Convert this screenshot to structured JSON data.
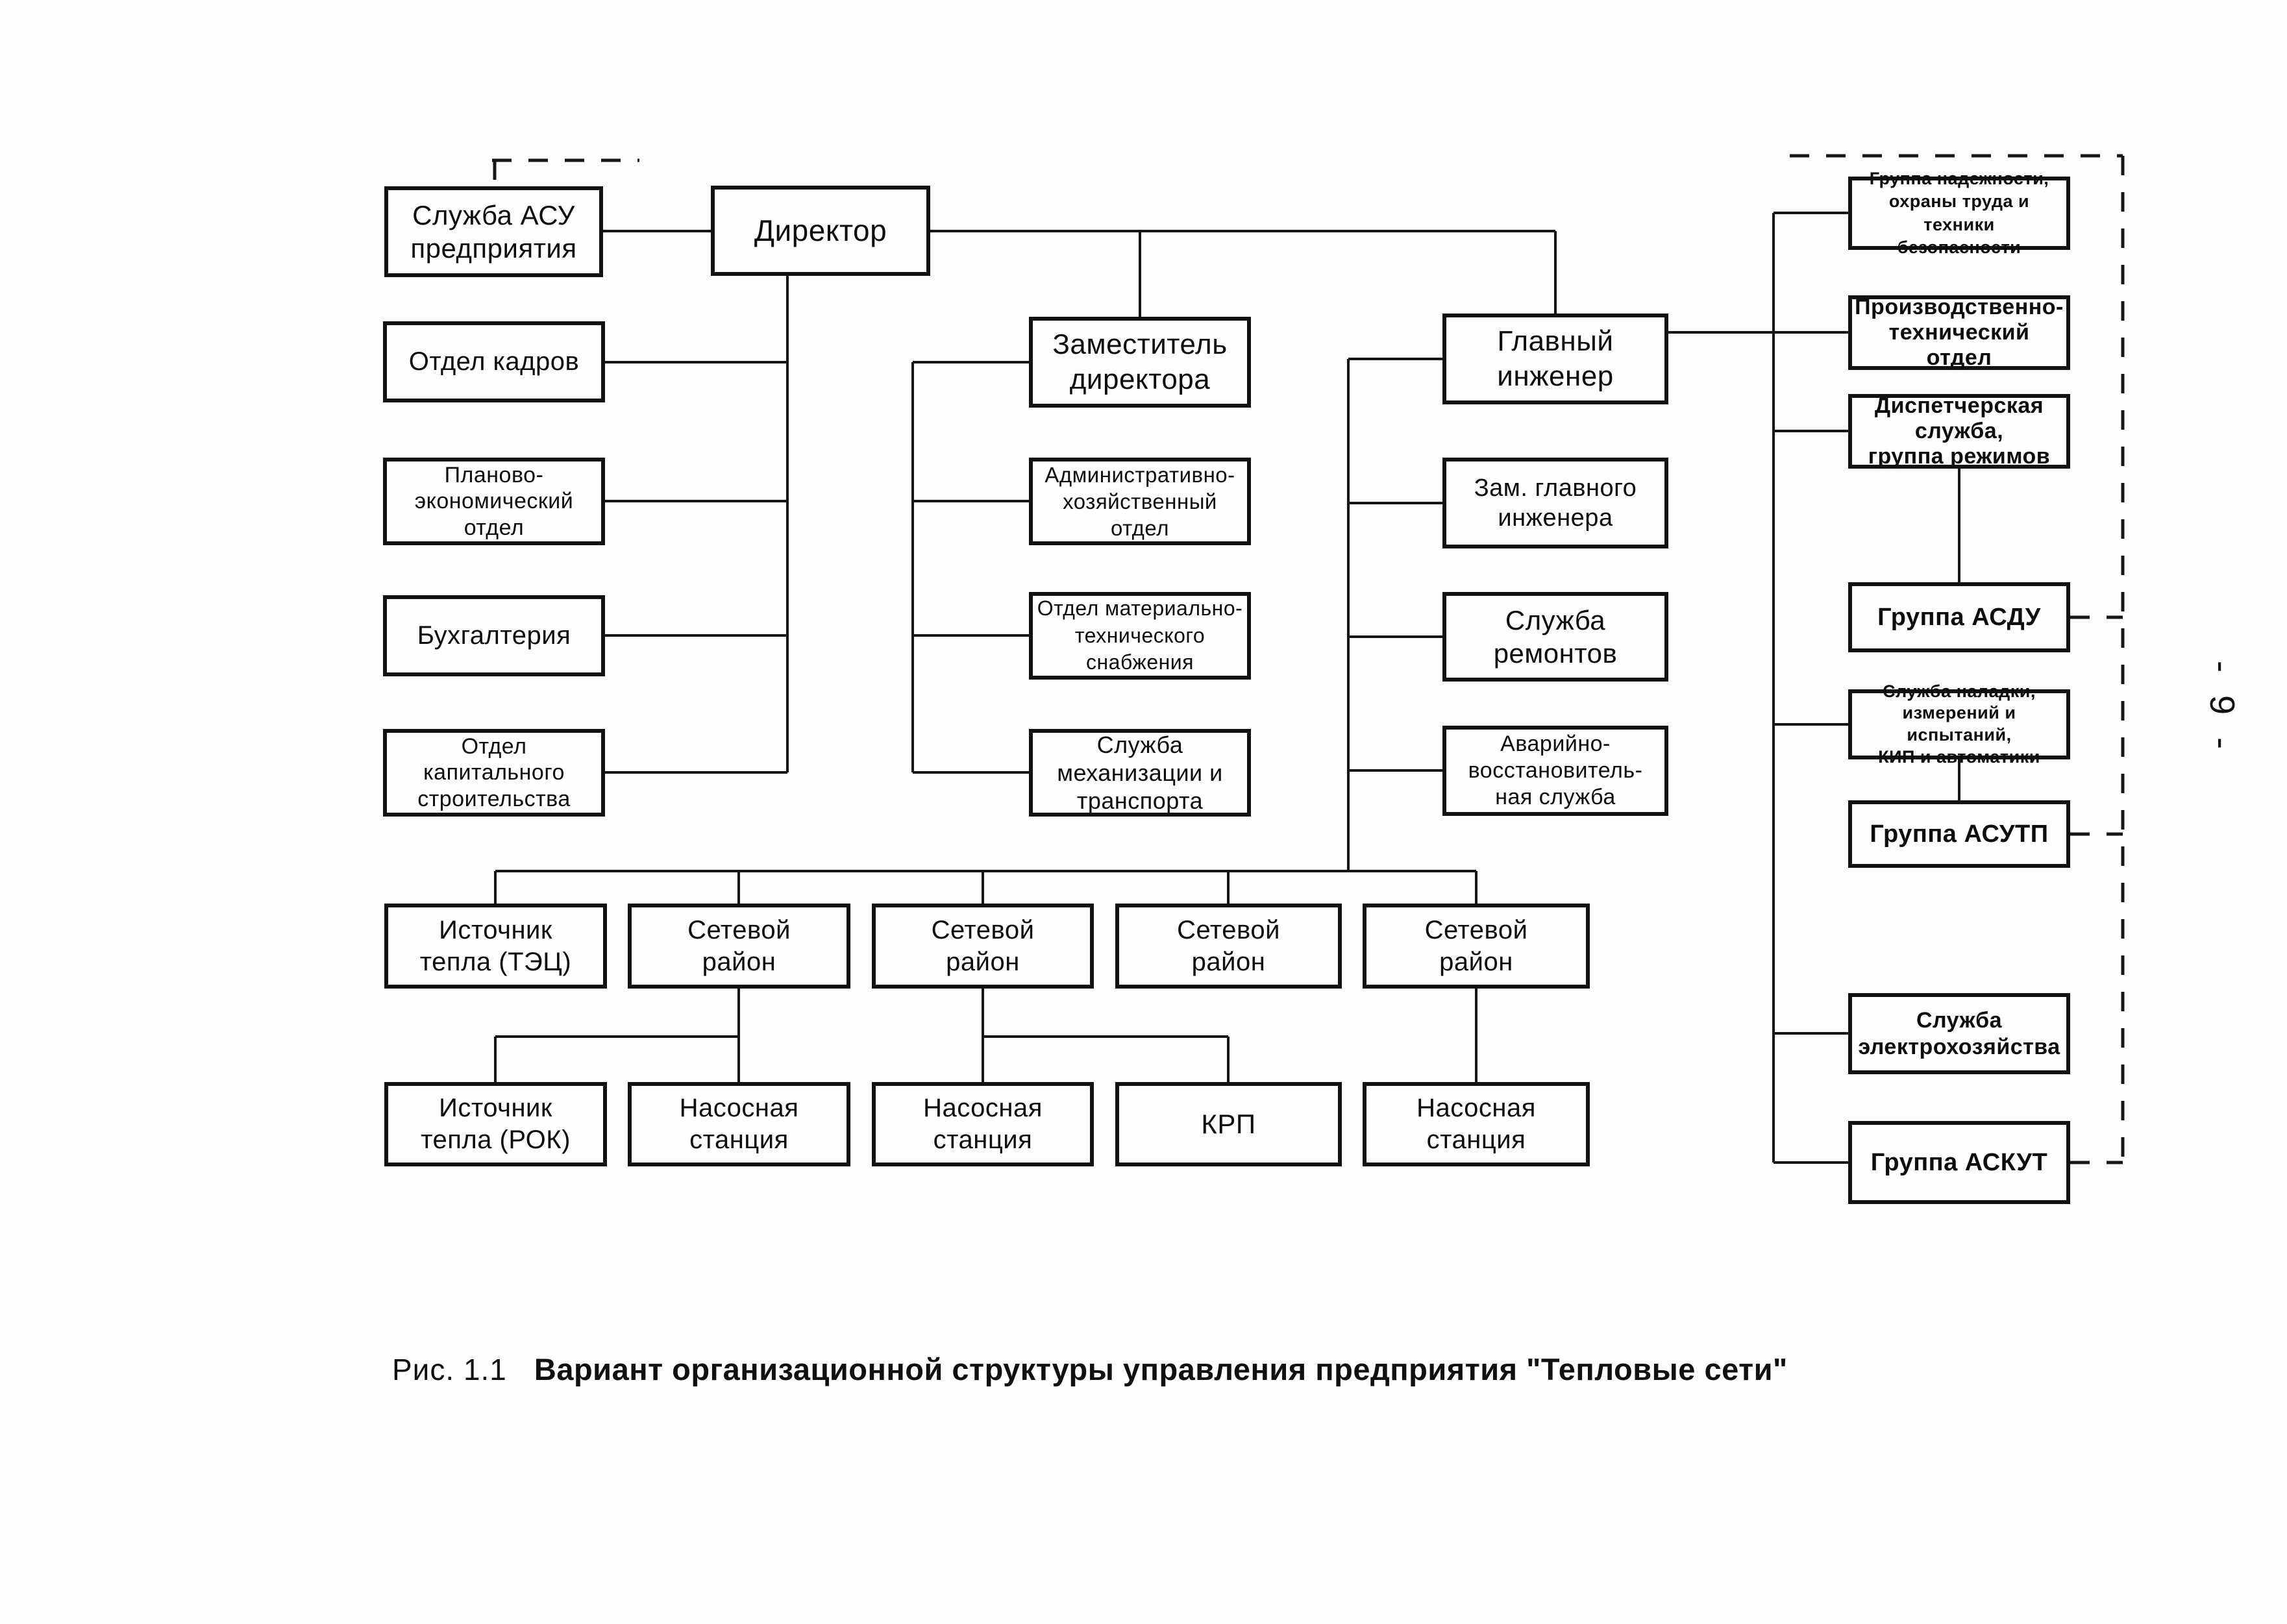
{
  "figure": {
    "boxes": {
      "asu": "Служба АСУ\nпредприятия",
      "dir": "Директор",
      "kadrov": "Отдел кадров",
      "plan": "Планово-\nэкономический\nотдел",
      "buh": "Бухгалтерия",
      "oks": "Отдел\nкапитального\nстроительства",
      "zamdir": "Заместитель\nдиректора",
      "aho": "Административно-\nхозяйственный\nотдел",
      "omts": "Отдел материально-\nтехнического\nснабжения",
      "smit": "Служба\nмеханизации и\nтранспорта",
      "gi": "Главный\nинженер",
      "zgi": "Зам. главного\nинженера",
      "remont": "Служба\nремонтов",
      "avs": "Аварийно-\nвосстановитель-\nная служба",
      "nadezh": "Группа  надежности,\nохраны труда и техники\nбезопасности",
      "pto": "Производственно-\nтехнический\nотдел",
      "disp": "Диспетчерская\nслужба,\nгруппа режимов",
      "asdu": "Группа АСДУ",
      "naladka": "Служба наладки,\nизмерений и испытаний,\nКИП и автоматики",
      "asutp": "Группа АСУТП",
      "electro": "Служба\nэлектрохозяйства",
      "askut": "Группа АСКУТ",
      "itec": "Источник\nтепла (ТЭЦ)",
      "sr1": "Сетевой\nрайон",
      "sr2": "Сетевой\nрайон",
      "sr3": "Сетевой\nрайон",
      "sr4": "Сетевой\nрайон",
      "irok": "Источник\nтепла (РОК)",
      "ns1": "Насосная\nстанция",
      "ns2": "Насосная\nстанция",
      "krp": "КРП",
      "ns3": "Насосная\nстанция"
    }
  },
  "caption": {
    "label": "Рис. 1.1",
    "title": "Вариант организационной структуры управления предприятия \"Тепловые сети\""
  },
  "page_number": "- 9 -"
}
